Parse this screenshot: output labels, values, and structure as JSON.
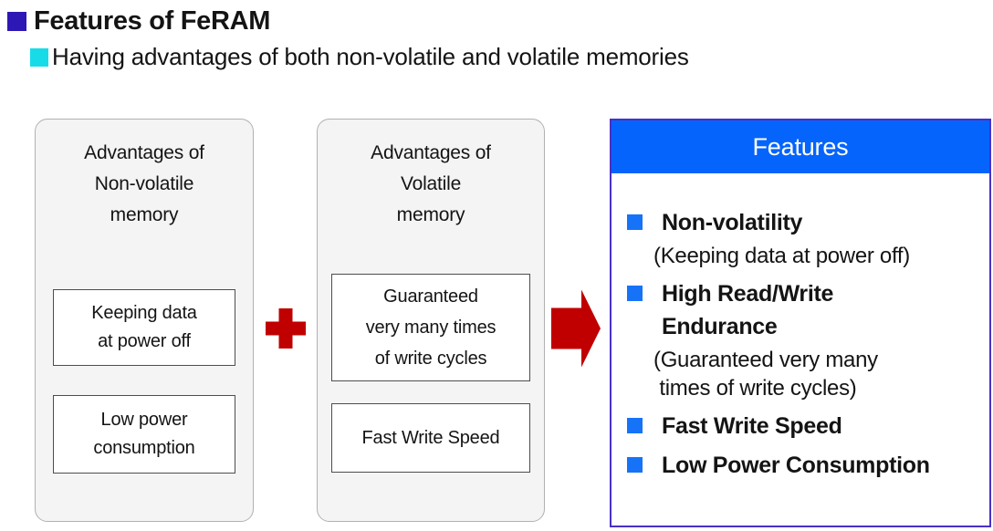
{
  "header": {
    "title": "Features of FeRAM",
    "subtitle": "Having advantages of both non-volatile and volatile memories"
  },
  "left_panel": {
    "heading": "Advantages of\nNon-volatile\nmemory",
    "box1": "Keeping data\nat power off",
    "box2": "Low power\nconsumption"
  },
  "middle_panel": {
    "heading": "Advantages of\nVolatile\nmemory",
    "box1": "Guaranteed\nvery many times\nof write cycles",
    "box2": "Fast Write Speed"
  },
  "features_panel": {
    "header": "Features",
    "items": [
      {
        "label": "Non-volatility",
        "note": "(Keeping data at power off)"
      },
      {
        "label": "High Read/Write\nEndurance",
        "note": "(Guaranteed very many\n times of write cycles)"
      },
      {
        "label": "Fast Write Speed"
      },
      {
        "label": "Low Power Consumption"
      }
    ]
  },
  "icons": {
    "plus": "plus-icon",
    "arrow": "right-arrow-icon"
  },
  "colors": {
    "title_bullet": "#2d18b5",
    "subtitle_bullet": "#17dce8",
    "operator_red": "#c00000",
    "features_header_bg": "#0564fb",
    "features_bullet": "#1673f8",
    "features_border": "#4a30c4",
    "panel_bg": "#f4f4f4",
    "panel_border": "#b1b1b1"
  }
}
